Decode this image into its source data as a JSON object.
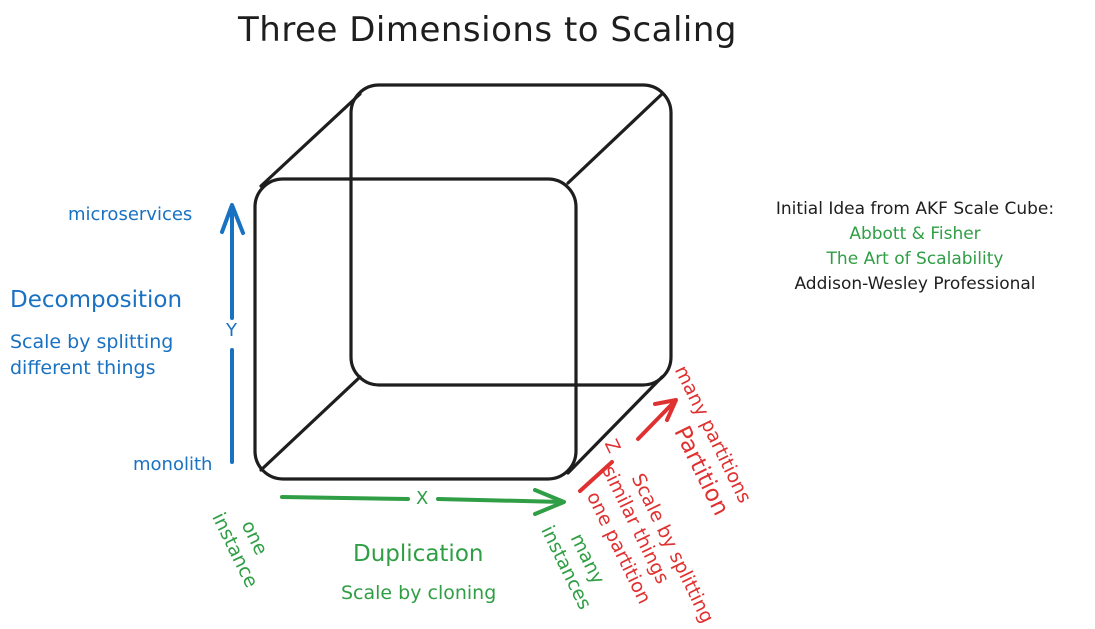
{
  "title": "Three Dimensions to Scaling",
  "colors": {
    "y_axis": "#1971c2",
    "x_axis": "#2f9e44",
    "z_axis": "#e03131",
    "cube": "#1e1e1e",
    "reference": "#1e1e1e",
    "reference_highlight": "#2f9e44"
  },
  "y_axis": {
    "letter": "Y",
    "top_label": "microservices",
    "bottom_label": "monolith",
    "heading": "Decomposition",
    "description_lines": [
      "Scale by splitting",
      "different things"
    ]
  },
  "x_axis": {
    "letter": "X",
    "start_label_lines": [
      "one",
      "instance"
    ],
    "end_label_lines": [
      "many",
      "instances"
    ],
    "heading": "Duplication",
    "description": "Scale by cloning"
  },
  "z_axis": {
    "letter": "Z",
    "start_label": "one partition",
    "end_label": "many partitions",
    "heading": "Partition",
    "description_lines": [
      "Scale by splitting",
      "similar things"
    ]
  },
  "reference": {
    "intro": "Initial Idea from AKF Scale Cube:",
    "authors": "Abbott & Fisher",
    "book": "The Art of Scalability",
    "publisher": "Addison-Wesley Professional"
  }
}
